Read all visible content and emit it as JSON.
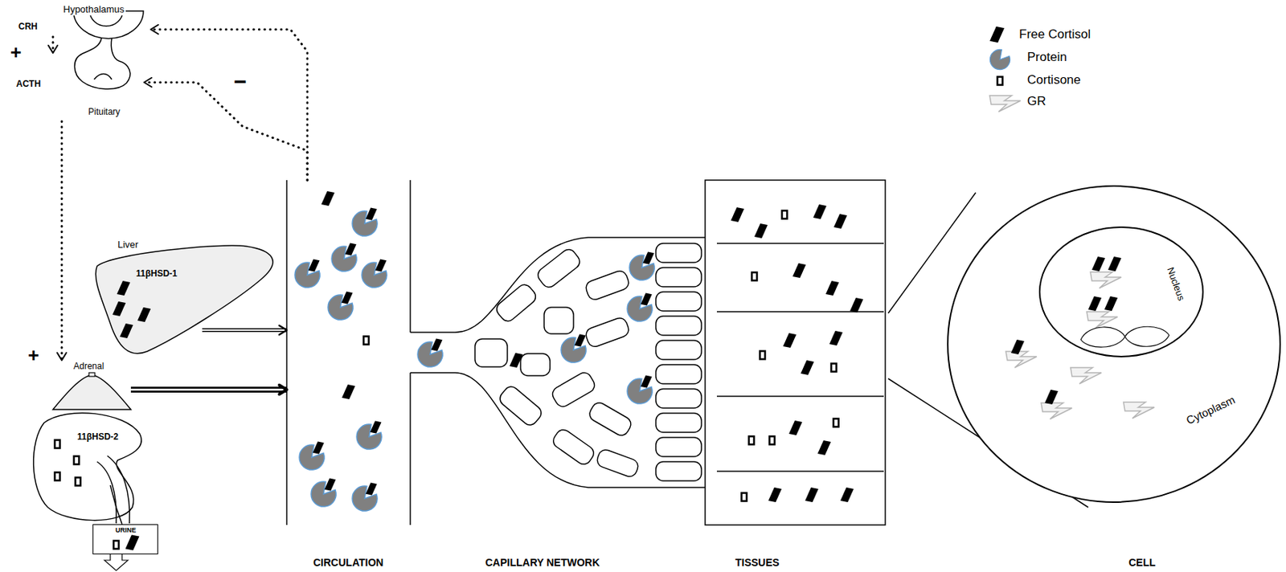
{
  "diagram": {
    "nodes": [
      {
        "text": [
          "Hypothalamus"
        ]
      },
      {
        "text": [
          "Pituitary"
        ]
      },
      {
        "text": [
          "Liver",
          "11βHSD-1"
        ]
      },
      {
        "text": [
          "Adrenal"
        ]
      },
      {
        "text": [
          "11βHSD-2"
        ]
      },
      {
        "text": [
          "URINE"
        ]
      },
      {
        "text": [
          "CIRCULATION"
        ]
      },
      {
        "text": [
          "CAPILLARY NETWORK"
        ]
      },
      {
        "text": [
          "TISSUES"
        ]
      },
      {
        "text": [
          "CELL",
          "Cytoplasm"
        ]
      },
      {
        "text": [
          "Nucleus"
        ],
        "in": 9
      }
    ],
    "edges": [
      {
        "from": 0,
        "to": 1,
        "arrow": "to"
      },
      {
        "from": 1,
        "to": 3,
        "arrow": "to"
      },
      {
        "from": 6,
        "to": 0,
        "arrow": "to"
      },
      {
        "from": 6,
        "to": 1,
        "arrow": "to"
      },
      {
        "from": 2,
        "to": 6,
        "arrow": "to"
      },
      {
        "from": 3,
        "to": 6,
        "arrow": "to"
      },
      {
        "from": 4,
        "to": 5,
        "arrow": "none"
      }
    ],
    "labels": [
      "CRH",
      "+",
      "ACTH",
      "−",
      "+"
    ],
    "legend": [
      {
        "text": "Free Cortisol"
      },
      {
        "text": "Protein"
      },
      {
        "text": "Cortisone"
      },
      {
        "text": "GR"
      }
    ]
  }
}
